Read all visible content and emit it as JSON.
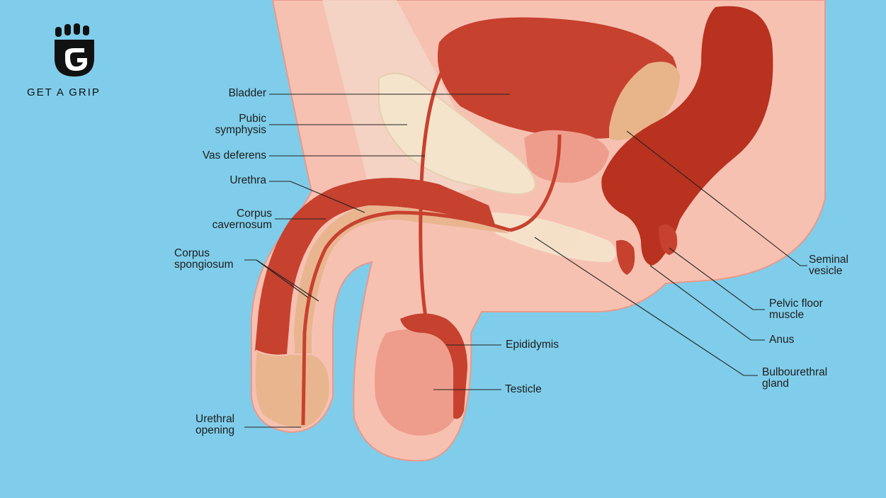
{
  "brand": {
    "name": "GET A GRIP",
    "mark": "G"
  },
  "labels": {
    "bladder": "Bladder",
    "pubic_symphysis": "Pubic\nsymphysis",
    "vas_deferens": "Vas deferens",
    "urethra": "Urethra",
    "corpus_cavernosum": "Corpus\ncavernosum",
    "corpus_spongiosum": "Corpus\nspongiosum",
    "urethral_opening": "Urethral\nopening",
    "epididymis": "Epididymis",
    "testicle": "Testicle",
    "seminal_vesicle": "Seminal\nvesicle",
    "pelvic_floor_muscle": "Pelvic floor\nmuscle",
    "anus": "Anus",
    "bulbourethral_gland": "Bulbourethral\ngland"
  },
  "colors": {
    "background": "#7fcdea",
    "skin": "#f7c1b2",
    "muscle": "#c7412f",
    "bone": "#f4e4cc",
    "gland": "#e8b48a",
    "line": "#222222"
  }
}
